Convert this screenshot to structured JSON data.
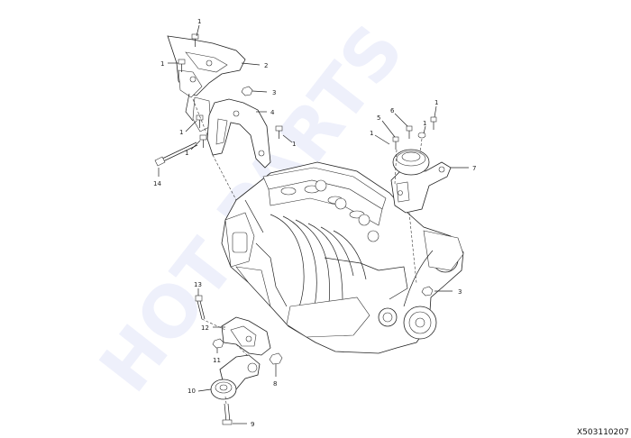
{
  "diagram": {
    "code": "X503110207",
    "watermark": "HOT PARTS",
    "callouts": [
      {
        "id": "c1a",
        "text": "1"
      },
      {
        "id": "c1b",
        "text": "1"
      },
      {
        "id": "c2",
        "text": "2"
      },
      {
        "id": "c3a",
        "text": "3"
      },
      {
        "id": "c4",
        "text": "4"
      },
      {
        "id": "c1c",
        "text": "1"
      },
      {
        "id": "c1d",
        "text": "1"
      },
      {
        "id": "c1e",
        "text": "1"
      },
      {
        "id": "c14",
        "text": "14"
      },
      {
        "id": "c6",
        "text": "6"
      },
      {
        "id": "c5",
        "text": "5"
      },
      {
        "id": "c1f",
        "text": "1"
      },
      {
        "id": "c1g",
        "text": "1"
      },
      {
        "id": "c1h",
        "text": "1"
      },
      {
        "id": "c7",
        "text": "7"
      },
      {
        "id": "c3b",
        "text": "3"
      },
      {
        "id": "c13",
        "text": "13"
      },
      {
        "id": "c12",
        "text": "12"
      },
      {
        "id": "c11",
        "text": "11"
      },
      {
        "id": "c8",
        "text": "8"
      },
      {
        "id": "c10",
        "text": "10"
      },
      {
        "id": "c9",
        "text": "9"
      }
    ]
  }
}
